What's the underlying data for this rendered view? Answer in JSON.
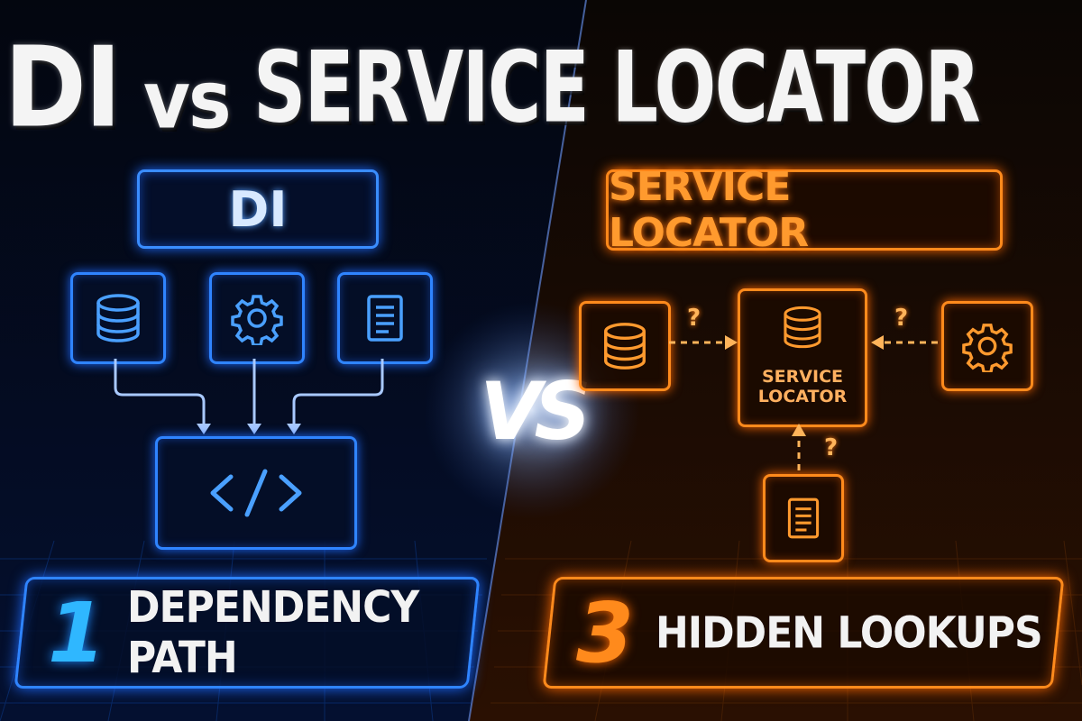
{
  "headline": {
    "left": "DI",
    "middle": "vs",
    "right": "SERVICE LOCATOR"
  },
  "di_panel": {
    "title": "DI",
    "icons": [
      "database-icon",
      "gear-icon",
      "document-icon"
    ],
    "target_icon": "code-icon",
    "summary_number": "1",
    "summary_label": "DEPENDENCY PATH"
  },
  "locator_panel": {
    "title": "SERVICE LOCATOR",
    "center_label_line1": "SERVICE",
    "center_label_line2": "LOCATOR",
    "question_marks": [
      "?",
      "?",
      "?"
    ],
    "icons": [
      "database-icon",
      "gear-icon",
      "document-icon"
    ],
    "summary_number": "3",
    "summary_label": "HIDDEN LOOKUPS"
  },
  "center_vs": "VS",
  "colors": {
    "blue": "#2f84ff",
    "orange": "#ff8a1c",
    "background": "#02040a"
  }
}
